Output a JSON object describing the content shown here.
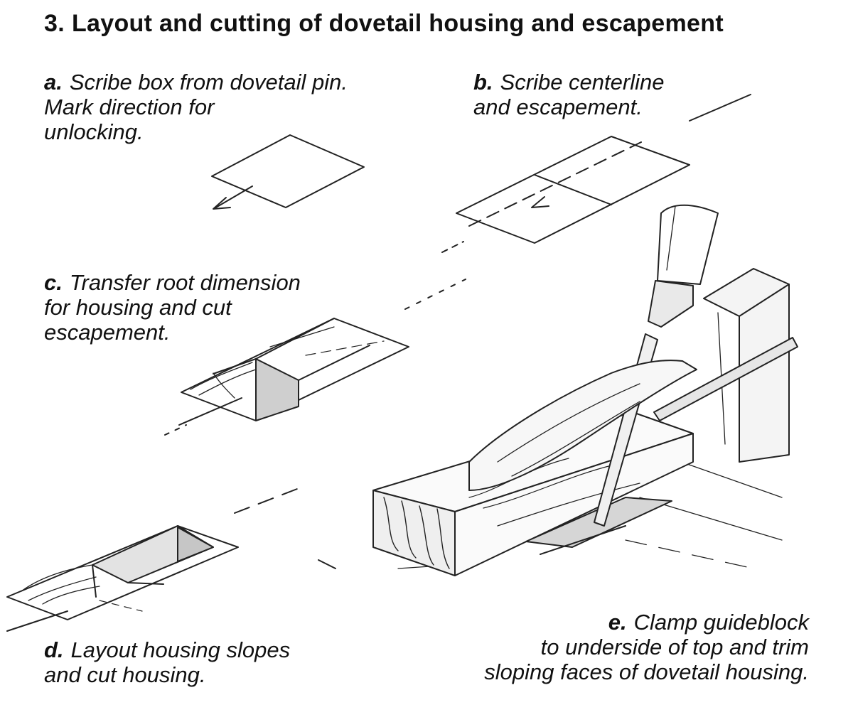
{
  "heading": {
    "number": "3.",
    "title": "Layout and cutting of dovetail housing and escapement"
  },
  "steps": {
    "a": {
      "letter": "a.",
      "lines": [
        "Scribe box from dovetail pin.",
        "Mark direction for",
        "unlocking."
      ]
    },
    "b": {
      "letter": "b.",
      "lines": [
        "Scribe centerline",
        "and escapement."
      ]
    },
    "c": {
      "letter": "c.",
      "lines": [
        "Transfer root dimension",
        "for housing and cut",
        "escapement."
      ]
    },
    "d": {
      "letter": "d.",
      "lines": [
        "Layout housing slopes",
        "and cut housing."
      ]
    },
    "e": {
      "letter": "e.",
      "lines": [
        "Clamp guideblock",
        "to underside of top and trim",
        "sloping faces of dovetail housing."
      ]
    }
  }
}
